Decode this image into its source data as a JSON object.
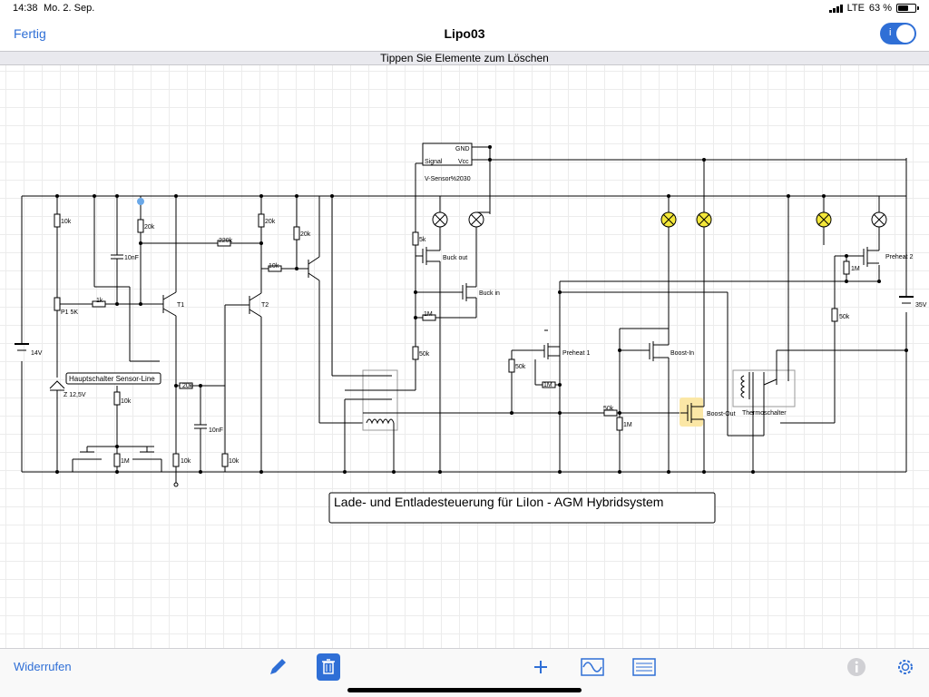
{
  "status_bar": {
    "time": "14:38",
    "date": "Mo. 2. Sep.",
    "network": "LTE",
    "battery": "63 %",
    "battery_level": 0.63
  },
  "nav": {
    "done_label": "Fertig",
    "title": "Lipo03",
    "toggle_mark": "i"
  },
  "hint": "Tippen Sie Elemente zum Löschen",
  "colors": {
    "accent": "#2f6fd6",
    "lamp_yellow": "#f4e83a",
    "highlight": "#fbe7a6",
    "wire": "#000000"
  },
  "circuit": {
    "title_box": "Lade- und Entladesteuerung für LiIon - AGM Hybridsystem",
    "sensor": {
      "gnd": "GND",
      "vcc": "Vcc",
      "signal": "Signal",
      "name": "V-Sensor%2030"
    },
    "labels": {
      "r10k_top": "10k",
      "c10nf_top": "10nF",
      "r20k_a": "20k",
      "r220k": "220k",
      "r20k_b": "20k",
      "r20k_c": "20k",
      "r10k_b": "10k",
      "r1k": "1k",
      "pot": "P1 5K",
      "t1": "T1",
      "t2": "T2",
      "batt14": "14V",
      "zener": "Z 12,5V",
      "main_switch": "Hauptschalter Sensor-Line",
      "r10k_c": "10k",
      "r20k_d": "20k",
      "c10nf_b": "10nF",
      "r1m_a": "1M",
      "r10k_d": "10k",
      "r10k_e": "10k",
      "r5k": "5k",
      "buck_out": "Buck out",
      "buck_in": "Buck in",
      "r1m_b": "1M",
      "r50k_a": "50k",
      "preheat1": "Preheat 1",
      "r50k_b": "50k",
      "r1m_c": "1M",
      "boost_in": "Boost-In",
      "r50k_c": "50k",
      "r1m_d": "1M",
      "boost_out": "Boost-Out",
      "thermo": "Thermoschalter",
      "preheat2": "Preheat 2",
      "r1m_e": "1M",
      "r50k_d": "50k",
      "batt35": "35V"
    }
  },
  "toolbar": {
    "undo_label": "Widerrufen",
    "icons": [
      "pencil-icon",
      "trash-icon",
      "plus-icon",
      "waveform-icon",
      "list-icon",
      "info-icon",
      "gear-icon"
    ]
  }
}
